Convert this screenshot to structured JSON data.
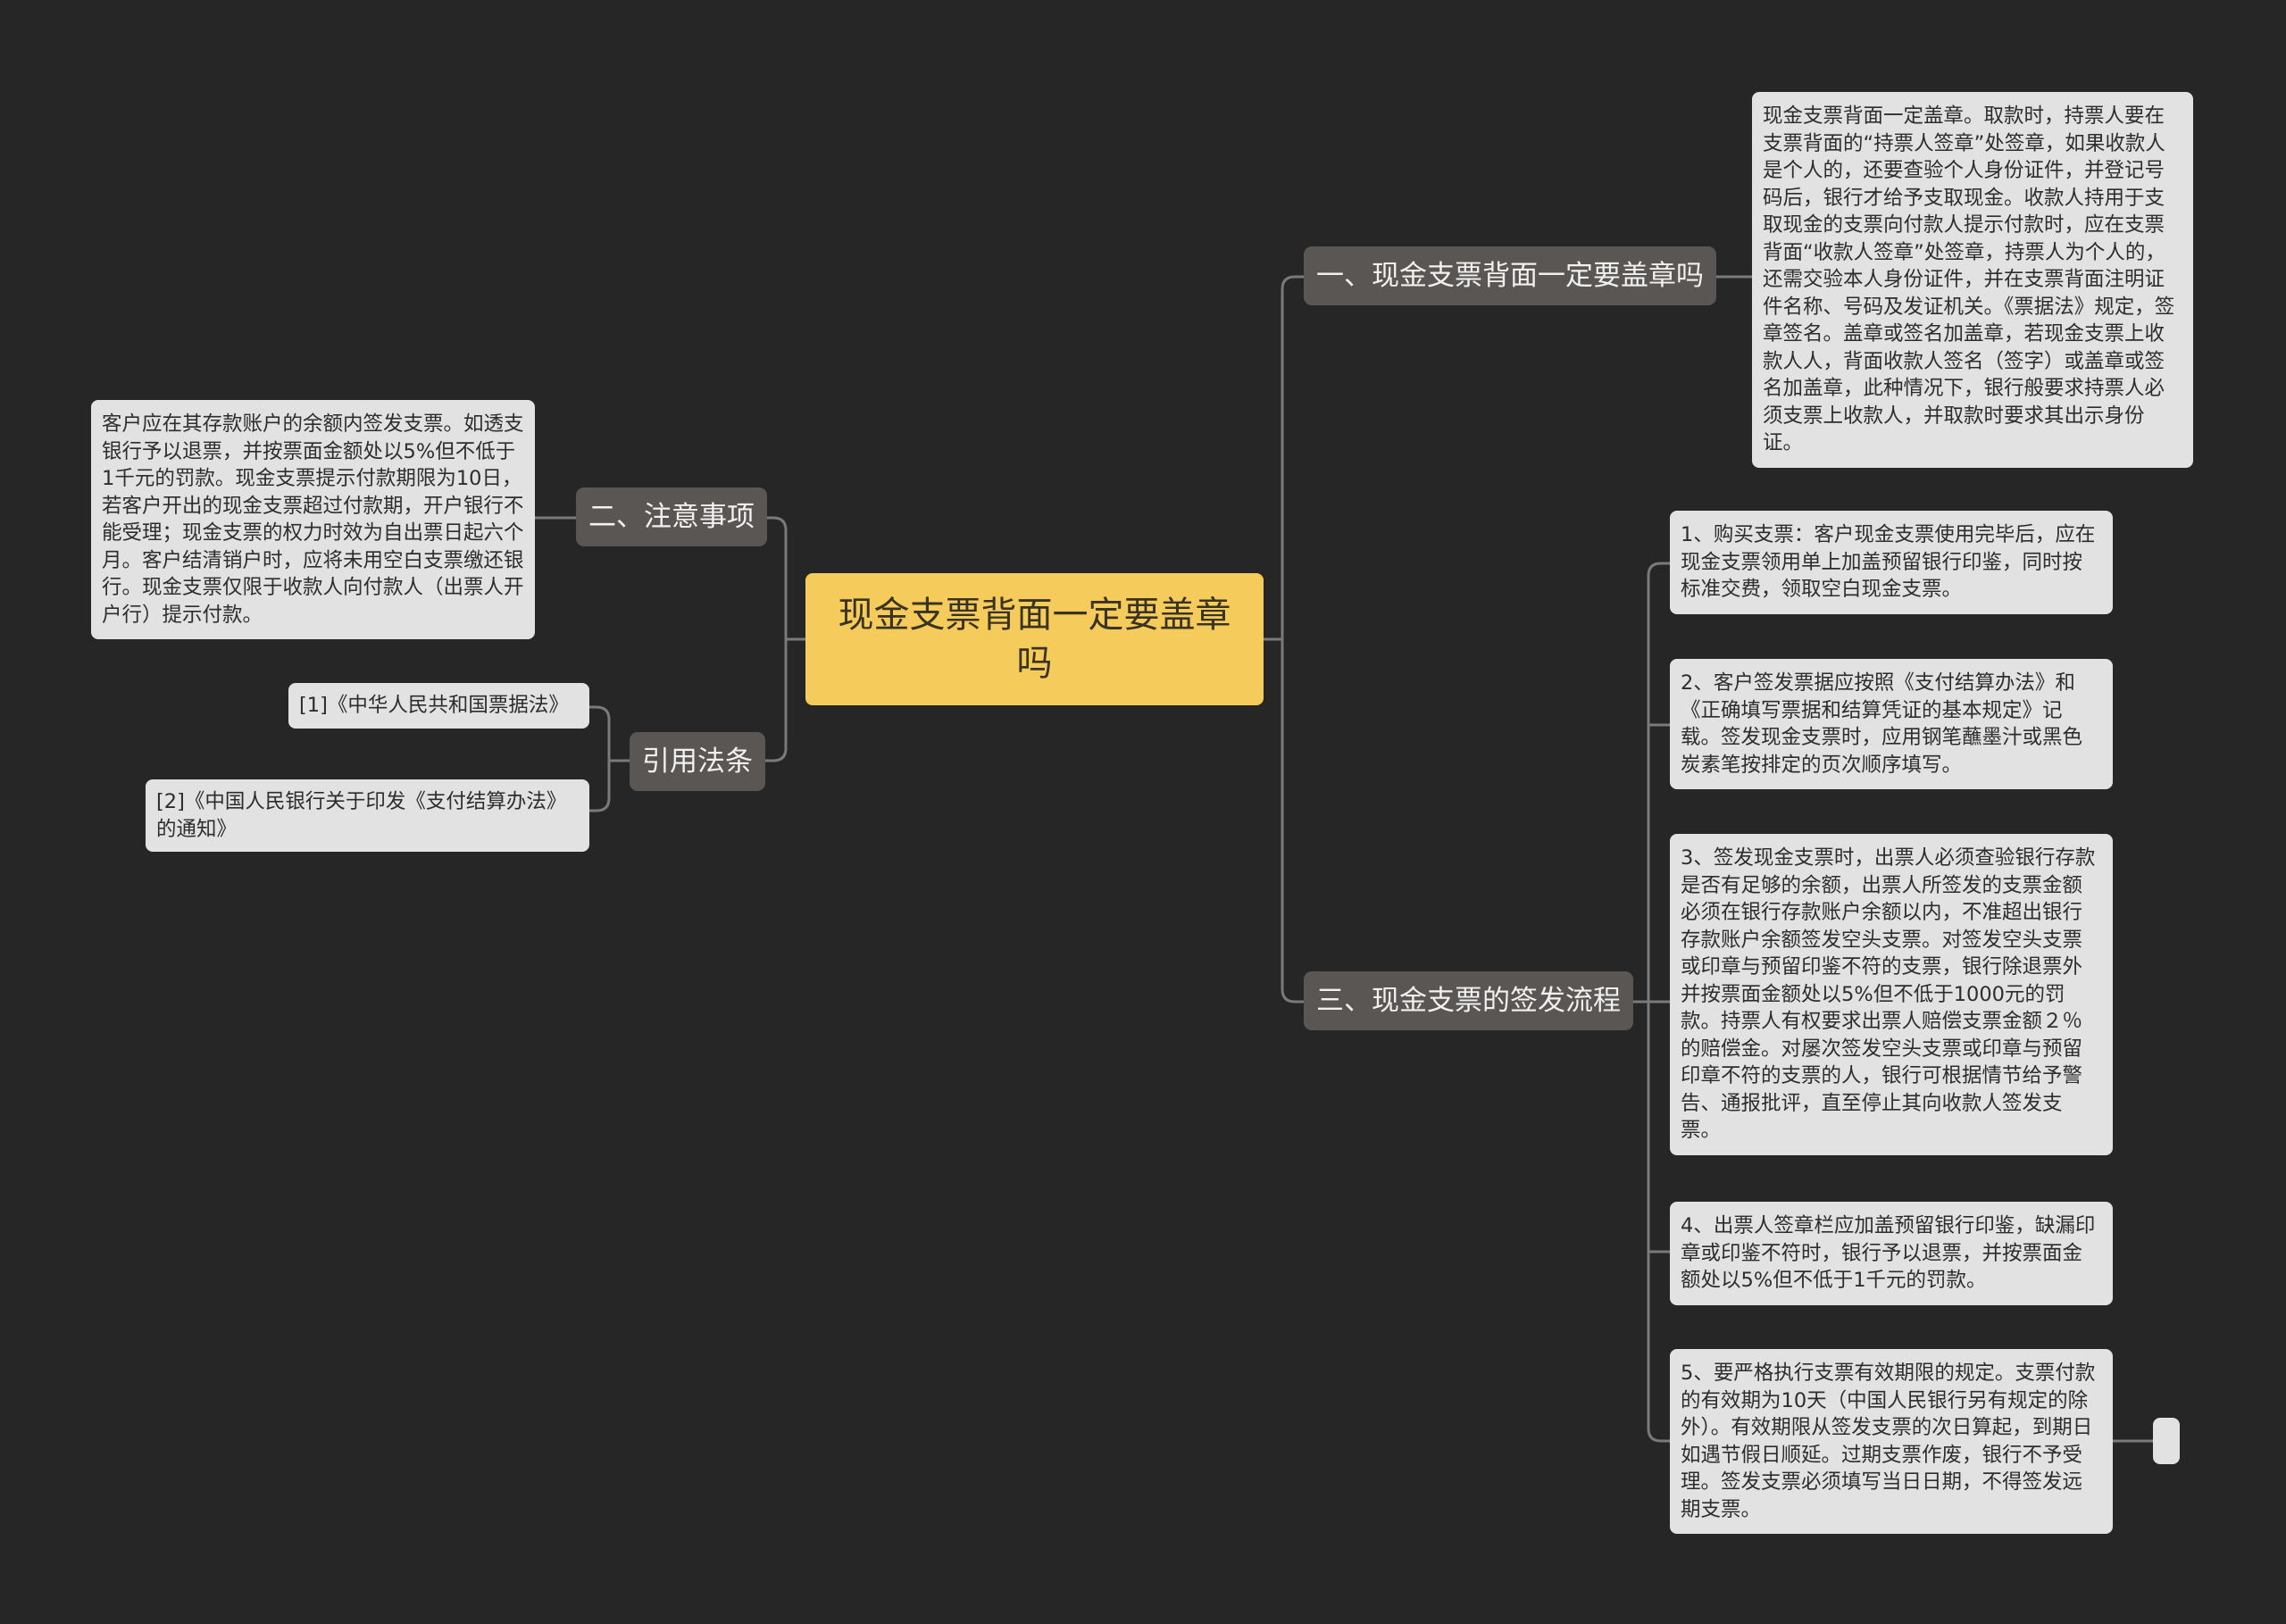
{
  "root": {
    "title": "现金支票背面一定要盖章吗"
  },
  "branches": {
    "b1": {
      "label": "一、现金支票背面一定要盖章吗"
    },
    "b2": {
      "label": "二、注意事项"
    },
    "b3": {
      "label": "引用法条"
    },
    "b4": {
      "label": "三、现金支票的签发流程"
    }
  },
  "leaves": {
    "b1_text": "现金支票背面一定盖章。取款时，持票人要在支票背面的“持票人签章”处签章，如果收款人是个人的，还要查验个人身份证件，并登记号码后，银行才给予支取现金。收款人持用于支取现金的支票向付款人提示付款时，应在支票背面“收款人签章”处签章，持票人为个人的，还需交验本人身份证件，并在支票背面注明证件名称、号码及发证机关。《票据法》规定，签章签名。盖章或签名加盖章，若现金支票上收款人人，背面收款人签名（签字）或盖章或签名加盖章，此种情况下，银行般要求持票人必须支票上收款人，并取款时要求其出示身份证。",
    "b2_text": "客户应在其存款账户的余额内签发支票。如透支银行予以退票，并按票面金额处以5%但不低于1千元的罚款。现金支票提示付款期限为10日，若客户开出的现金支票超过付款期，开户银行不能受理；现金支票的权力时效为自出票日起六个月。客户结清销户时，应将未用空白支票缴还银行。现金支票仅限于收款人向付款人（出票人开户行）提示付款。",
    "ref1": "[1]《中华人民共和国票据法》",
    "ref2": "[2]《中国人民银行关于印发《支付结算办法》的通知》",
    "step1": "1、购买支票：客户现金支票使用完毕后，应在现金支票领用单上加盖预留银行印鉴，同时按标准交费，领取空白现金支票。",
    "step2": "2、客户签发票据应按照《支付结算办法》和《正确填写票据和结算凭证的基本规定》记载。签发现金支票时，应用钢笔蘸墨汁或黑色炭素笔按排定的页次顺序填写。",
    "step3": "3、签发现金支票时，出票人必须查验银行存款是否有足够的余额，出票人所签发的支票金额必须在银行存款账户余额以内，不准超出银行存款账户余额签发空头支票。对签发空头支票或印章与预留印鉴不符的支票，银行除退票外并按票面金额处以5%但不低于1000元的罚款。持票人有权要求出票人赔偿支票金额２％的赔偿金。对屡次签发空头支票或印章与预留印章不符的支票的人，银行可根据情节给予警告、通报批评，直至停止其向收款人签发支票。",
    "step4": "4、出票人签章栏应加盖预留银行印鉴，缺漏印章或印鉴不符时，银行予以退票，并按票面金额处以5%但不低于1千元的罚款。",
    "step5": "5、要严格执行支票有效期限的规定。支票付款的有效期为10天（中国人民银行另有规定的除外）。有效期限从签发支票的次日算起，到期日如遇节假日顺延。过期支票作废，银行不予受理。签发支票必须填写当日日期，不得签发远期支票。"
  },
  "colors": {
    "background": "#262626",
    "root": "#f5cc5c",
    "branch": "#5a5654",
    "leaf": "#e2e2e2",
    "edge": "#7a7a7a"
  }
}
